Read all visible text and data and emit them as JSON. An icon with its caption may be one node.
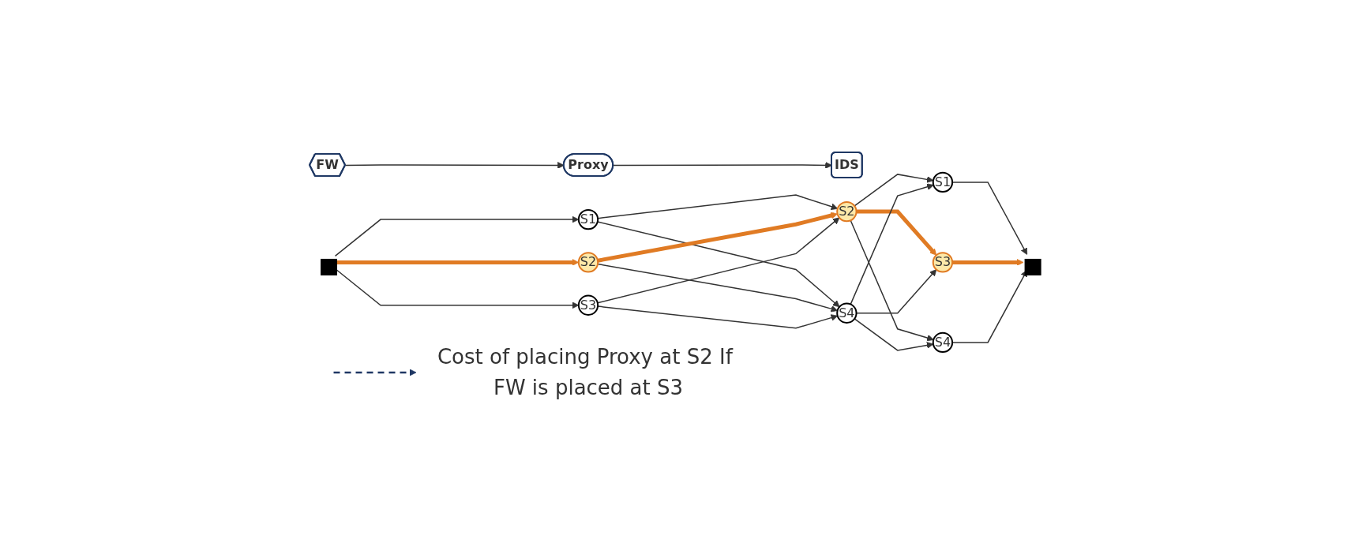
{
  "diagram": {
    "nodes": [
      {
        "text": [
          "FW"
        ]
      },
      {
        "text": [
          "Proxy"
        ]
      },
      {
        "text": [
          "IDS"
        ]
      },
      {
        "text": [],
        "shape": "box"
      },
      {
        "text": [
          "S1"
        ]
      },
      {
        "text": [
          "S2"
        ]
      },
      {
        "text": [
          "S3"
        ]
      },
      {
        "text": [
          "S2"
        ]
      },
      {
        "text": [
          "S4"
        ]
      },
      {
        "text": [
          "S1"
        ]
      },
      {
        "text": [
          "S3"
        ]
      },
      {
        "text": [
          "S4"
        ]
      },
      {
        "text": [],
        "shape": "box"
      },
      {
        "text": [
          "Cost of placing Proxy at S2 If FW is placed at S3"
        ]
      }
    ],
    "edges": [
      {
        "from": 0,
        "to": 1,
        "arrow": "to"
      },
      {
        "from": 1,
        "to": 2,
        "arrow": "to"
      },
      {
        "from": 3,
        "to": 4,
        "arrow": "to"
      },
      {
        "from": 3,
        "to": 5,
        "arrow": "to",
        "style": "thick",
        "color": "#e07b24"
      },
      {
        "from": 3,
        "to": 6,
        "arrow": "to"
      },
      {
        "from": 4,
        "to": 7,
        "arrow": "to"
      },
      {
        "from": 4,
        "to": 8,
        "arrow": "to"
      },
      {
        "from": 5,
        "to": 7,
        "arrow": "to",
        "style": "thick",
        "color": "#e07b24"
      },
      {
        "from": 5,
        "to": 8,
        "arrow": "to"
      },
      {
        "from": 6,
        "to": 7,
        "arrow": "to"
      },
      {
        "from": 6,
        "to": 8,
        "arrow": "to"
      },
      {
        "from": 7,
        "to": 9,
        "arrow": "to"
      },
      {
        "from": 7,
        "to": 10,
        "arrow": "to",
        "style": "thick",
        "color": "#e07b24"
      },
      {
        "from": 7,
        "to": 11,
        "arrow": "to"
      },
      {
        "from": 8,
        "to": 9,
        "arrow": "to"
      },
      {
        "from": 8,
        "to": 10,
        "arrow": "to"
      },
      {
        "from": 8,
        "to": 11,
        "arrow": "to"
      },
      {
        "from": 9,
        "to": 12,
        "arrow": "to"
      },
      {
        "from": 10,
        "to": 12,
        "arrow": "to",
        "style": "thick",
        "color": "#e07b24"
      },
      {
        "from": 11,
        "to": 12,
        "arrow": "to"
      },
      {
        "from": null,
        "to": 13,
        "arrow": "to",
        "style": "dashed",
        "color": "#203864"
      }
    ]
  }
}
